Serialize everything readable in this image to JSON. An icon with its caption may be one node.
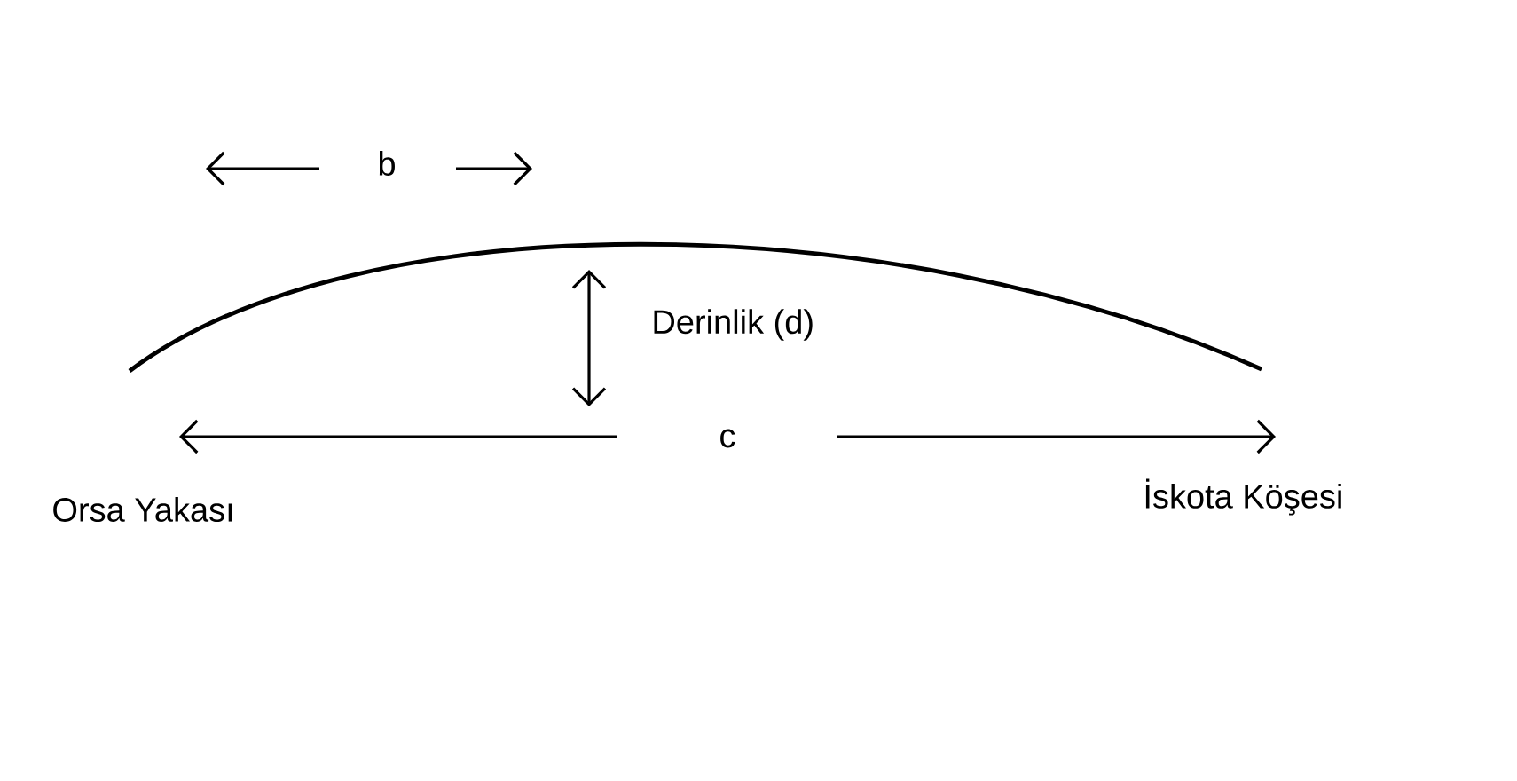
{
  "diagram": {
    "labels": [
      "b",
      "Derinlik (d)",
      "c",
      "Orsa Yakası",
      "İskota Köşesi"
    ]
  }
}
